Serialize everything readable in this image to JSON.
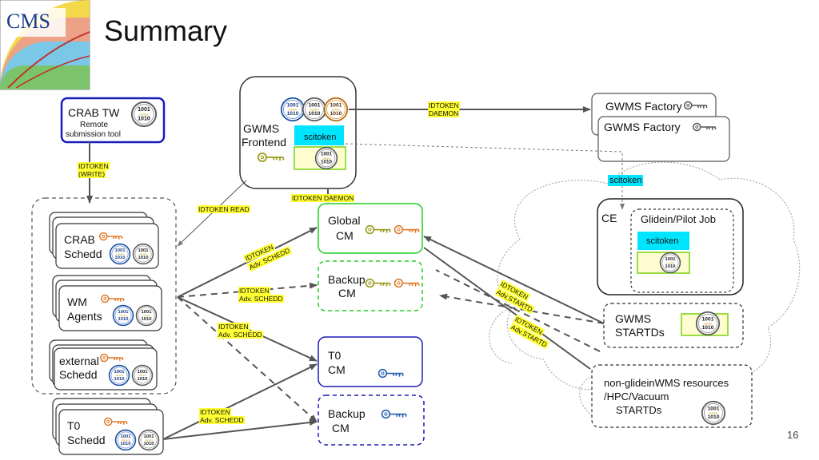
{
  "header": {
    "title": "Summary",
    "logo_text": "CMS",
    "page_number": "16"
  },
  "nodes": {
    "crab_tw": {
      "title": "CRAB TW",
      "subtitle_1": "Remote",
      "subtitle_2": "submission tool"
    },
    "gwms_frontend": {
      "line1": "GWMS",
      "line2": "Frontend",
      "token": "scitoken"
    },
    "gwms_factory": {
      "label": "GWMS Factory"
    },
    "crab_schedd": {
      "line1": "CRAB",
      "line2": "Schedd"
    },
    "wm_agents": {
      "line1": "WM",
      "line2": "Agents"
    },
    "external_schedd": {
      "line1": "external",
      "line2": "Schedd"
    },
    "t0_schedd": {
      "line1": "T0",
      "line2": "Schedd"
    },
    "global_cm": {
      "line1": "Global",
      "line2": "CM"
    },
    "backup_cm_1": {
      "line1": "Backup",
      "line2": "CM"
    },
    "t0_cm": {
      "line1": "T0",
      "line2": "CM"
    },
    "backup_cm_2": {
      "line1": "Backup",
      "line2": "CM"
    },
    "ce": {
      "label": "CE",
      "glidein": "Glidein/Pilot Job",
      "token": "scitoken"
    },
    "grid_scitoken": "scitoken",
    "gwms_startds": {
      "line1": "GWMS",
      "line2": "STARTDs"
    },
    "non_glidein": {
      "line1": "non-glideinWMS resources",
      "line2": "/HPC/Vacuum",
      "line3": "STARTDs"
    }
  },
  "edge_labels": {
    "write": {
      "line1": "IDTOKEN",
      "line2": "(WRITE)"
    },
    "frontend_factory": {
      "line1": "IDTOKEN",
      "line2": "DAEMON"
    },
    "read": "IDTOKEN READ",
    "daemon": "IDTOKEN DAEMON",
    "adv_global": {
      "line1": "IDTOKEN",
      "line2": "Adv. SCHEDD"
    },
    "adv_backup": {
      "line1": "IDTOKEN",
      "line2": "Adv. SCHEDD"
    },
    "adv_t0": {
      "line1": "IDTOKEN",
      "line2": "Adv. SCHEDD"
    },
    "adv_t0_bottom": {
      "line1": "IDTOKEN",
      "line2": "Adv. SCHEDD"
    },
    "startd_1": {
      "line1": "IDTOKEN",
      "line2": "Adv.STARTD"
    },
    "startd_2": {
      "line1": "IDTOKEN",
      "line2": "Adv.STARTD"
    }
  },
  "icons": {
    "binary_badge": {
      "line1": "1001",
      "line2": "1010",
      "mid": "condor"
    },
    "key": "key-icon"
  },
  "colors": {
    "blue": "#1a1ab8",
    "green": "#22cc22",
    "yellow_highlight": "#ffff33",
    "cyan": "#00e5ff",
    "key_orange": "#e07a2a",
    "key_olive": "#9a9a1a",
    "key_blue": "#2a5fb0",
    "arrow": "#555555"
  }
}
